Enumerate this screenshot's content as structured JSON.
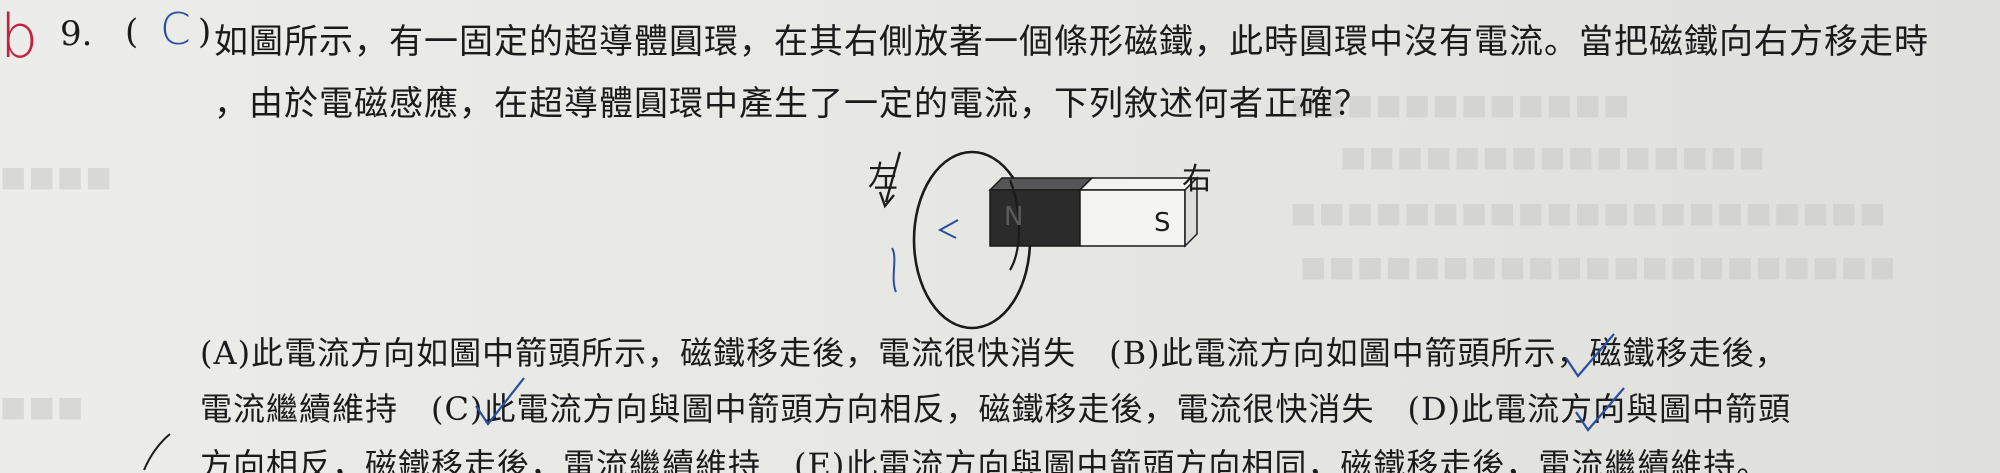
{
  "question": {
    "number": "9.",
    "paren_open": "(",
    "chosen_answer_handwritten": "C",
    "paren_close": ")",
    "grade_mark": "b",
    "stem_line1": "如圖所示，有一固定的超導體圓環，在其右側放著一個條形磁鐵，此時圓環中沒有電流。當把磁鐵向右方移走時",
    "stem_line2": "，由於電磁感應，在超導體圓環中產生了一定的電流，下列敘述何者正確？"
  },
  "diagram": {
    "label_left": "左",
    "label_right": "右",
    "magnet_north": "N",
    "magnet_south": "S",
    "handwritten_arrow": "<"
  },
  "options": {
    "line1": "(A)此電流方向如圖中箭頭所示，磁鐵移走後，電流很快消失　(B)此電流方向如圖中箭頭所示，磁鐵移走後，",
    "line2": "電流繼續維持　(C)此電流方向與圖中箭頭方向相反，磁鐵移走後，電流很快消失　(D)此電流方向與圖中箭頭",
    "line3": "方向相反，磁鐵移走後，電流繼續維持　(E)此電流方向與圖中箭頭方向相同，磁鐵移走後，電流繼續維持。"
  }
}
